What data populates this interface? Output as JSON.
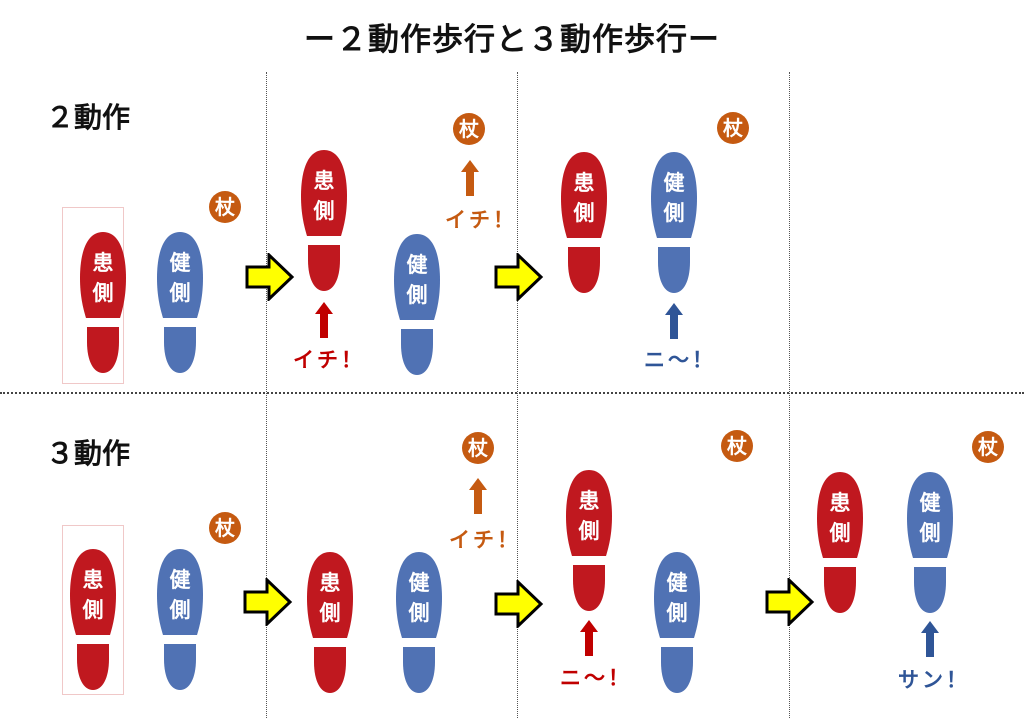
{
  "title": "ー２動作歩行と３動作歩行ー",
  "colors": {
    "affected": "#c0181f",
    "healthy": "#5072b4",
    "cane": "#c55a11",
    "call_red": "#c00000",
    "call_blue": "#2f5597",
    "arrow_fill": "#ffff00",
    "arrow_stroke": "#000000"
  },
  "labels": {
    "affected_line1": "患",
    "affected_line2": "側",
    "healthy_line1": "健",
    "healthy_line2": "側",
    "cane": "杖"
  },
  "two_step": {
    "label": "２動作",
    "panels": [
      {
        "step": "start",
        "moved": "none"
      },
      {
        "step": "1",
        "moved": "cane + affected foot",
        "calls": [
          "イチ！",
          "イチ！"
        ]
      },
      {
        "step": "2",
        "moved": "healthy foot",
        "calls": [
          "ニ〜！"
        ]
      }
    ]
  },
  "three_step": {
    "label": "３動作",
    "panels": [
      {
        "step": "start",
        "moved": "none"
      },
      {
        "step": "1",
        "moved": "cane",
        "calls": [
          "イチ！"
        ]
      },
      {
        "step": "2",
        "moved": "affected foot",
        "calls": [
          "ニ〜！"
        ]
      },
      {
        "step": "3",
        "moved": "healthy foot",
        "calls": [
          "サン！"
        ]
      }
    ]
  },
  "calls": {
    "ichi": "イチ！",
    "ni": "ニ〜！",
    "san": "サン！"
  }
}
